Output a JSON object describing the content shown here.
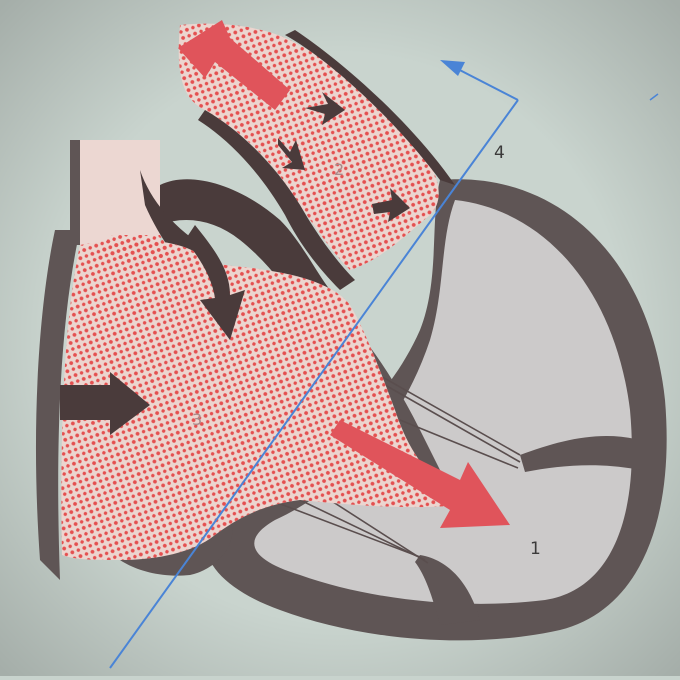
{
  "diagram": {
    "labels": {
      "l1": "1",
      "l2": "2",
      "l3": "3",
      "l4": "4"
    },
    "colors": {
      "background": "#c8d3cd",
      "wall": "#5f5555",
      "chamber": "#cccaca",
      "blood": "#ecd5cf",
      "dots": "#e45050",
      "arrow_red": "#e0545b",
      "arrow_dark": "#4a3b3b",
      "plane_line": "#4a84d6"
    },
    "icons": [
      "flow-arrow-icon",
      "plane-direction-arrow-icon"
    ]
  }
}
